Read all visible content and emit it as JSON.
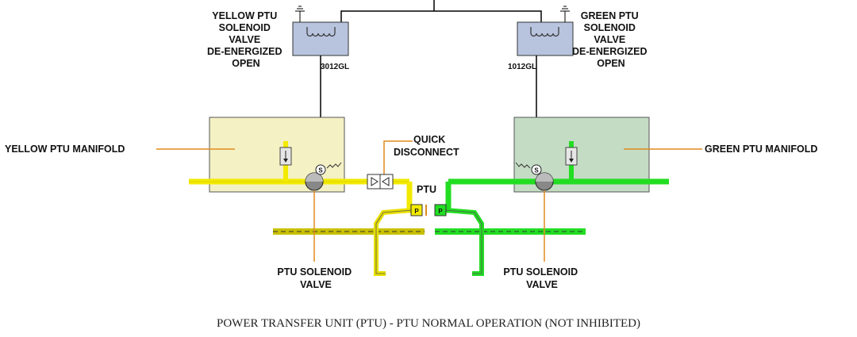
{
  "caption": "POWER TRANSFER UNIT (PTU) - PTU NORMAL OPERATION (NOT INHIBITED)",
  "yellow": {
    "solenoid_lines": [
      "YELLOW PTU",
      "SOLENOID",
      "VALVE",
      "DE-ENERGIZED",
      "OPEN"
    ],
    "circuit_id": "3012GL",
    "manifold_label": "YELLOW PTU MANIFOLD",
    "valve_lines": [
      "PTU SOLENOID",
      "VALVE"
    ]
  },
  "green": {
    "solenoid_lines": [
      "GREEN PTU",
      "SOLENOID",
      "VALVE",
      "DE-ENERGIZED",
      "OPEN"
    ],
    "circuit_id": "1012GL",
    "manifold_label": "GREEN PTU MANIFOLD",
    "valve_lines": [
      "PTU SOLENOID",
      "VALVE"
    ]
  },
  "quick_disconnect_lines": [
    "QUICK",
    "DISCONNECT"
  ],
  "ptu_label": "PTU",
  "valve_symbol": "S",
  "port_letter": "P",
  "colors": {
    "yellow_line": "#f2ea00",
    "green_line": "#22dd22",
    "yellow_manifold": "#f4f1c4",
    "green_manifold": "#c4dcc4",
    "solenoid_box": "#b8c4de",
    "leader": "#e08a1e"
  }
}
